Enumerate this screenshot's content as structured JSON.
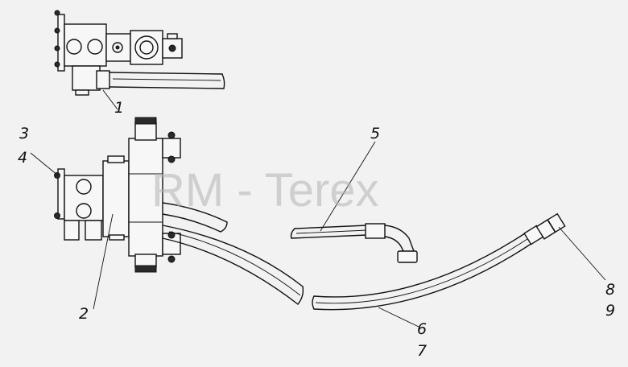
{
  "watermark": "RM - Terex",
  "callouts": {
    "c1": "1",
    "c2": "2",
    "c3": "3",
    "c4": "4",
    "c5": "5",
    "c6": "6",
    "c7": "7",
    "c8": "8",
    "c9": "9"
  }
}
